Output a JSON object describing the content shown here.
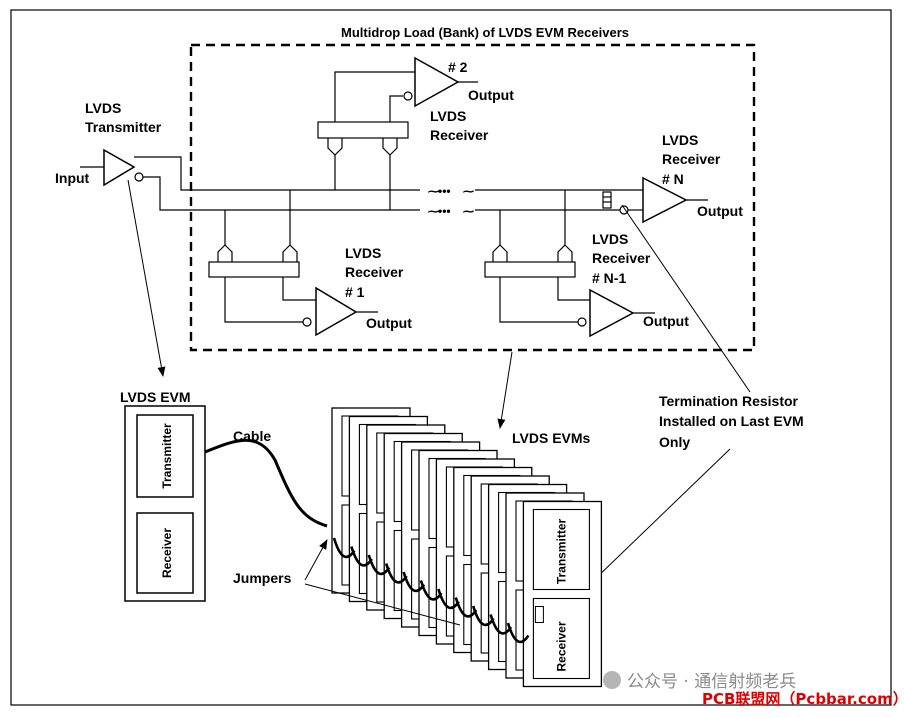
{
  "diagram": {
    "bank_title": "Multidrop Load (Bank) of LVDS EVM Receivers",
    "transmitter_label": [
      "LVDS",
      "Transmitter"
    ],
    "input_label": "Input",
    "receivers": [
      {
        "label": [
          "LVDS",
          "Receiver",
          "# 1"
        ],
        "output": "Output"
      },
      {
        "label": [
          "# 2"
        ],
        "output": "Output",
        "sublabel": [
          "LVDS",
          "Receiver"
        ]
      },
      {
        "label": [
          "LVDS",
          "Receiver",
          "# N-1"
        ],
        "output": "Output"
      },
      {
        "label": [
          "LVDS",
          "Receiver",
          "# N"
        ],
        "output": "Output"
      }
    ],
    "evm_label": "LVDS EVM",
    "evm_transmitter": "Transmitter",
    "evm_receiver": "Receiver",
    "cable_label": "Cable",
    "jumpers_label": "Jumpers",
    "evms_label": "LVDS EVMs",
    "termination_note": [
      "Termination Resistor",
      "Installed on Last EVM",
      "Only"
    ],
    "front_evm_transmitter": "Transmitter",
    "front_evm_receiver": "Receiver",
    "ellipsis": "•••"
  },
  "watermark": {
    "line1": "公众号 · 通信射频老兵",
    "line2": "PCB联盟网（Pcbbar.com）"
  }
}
